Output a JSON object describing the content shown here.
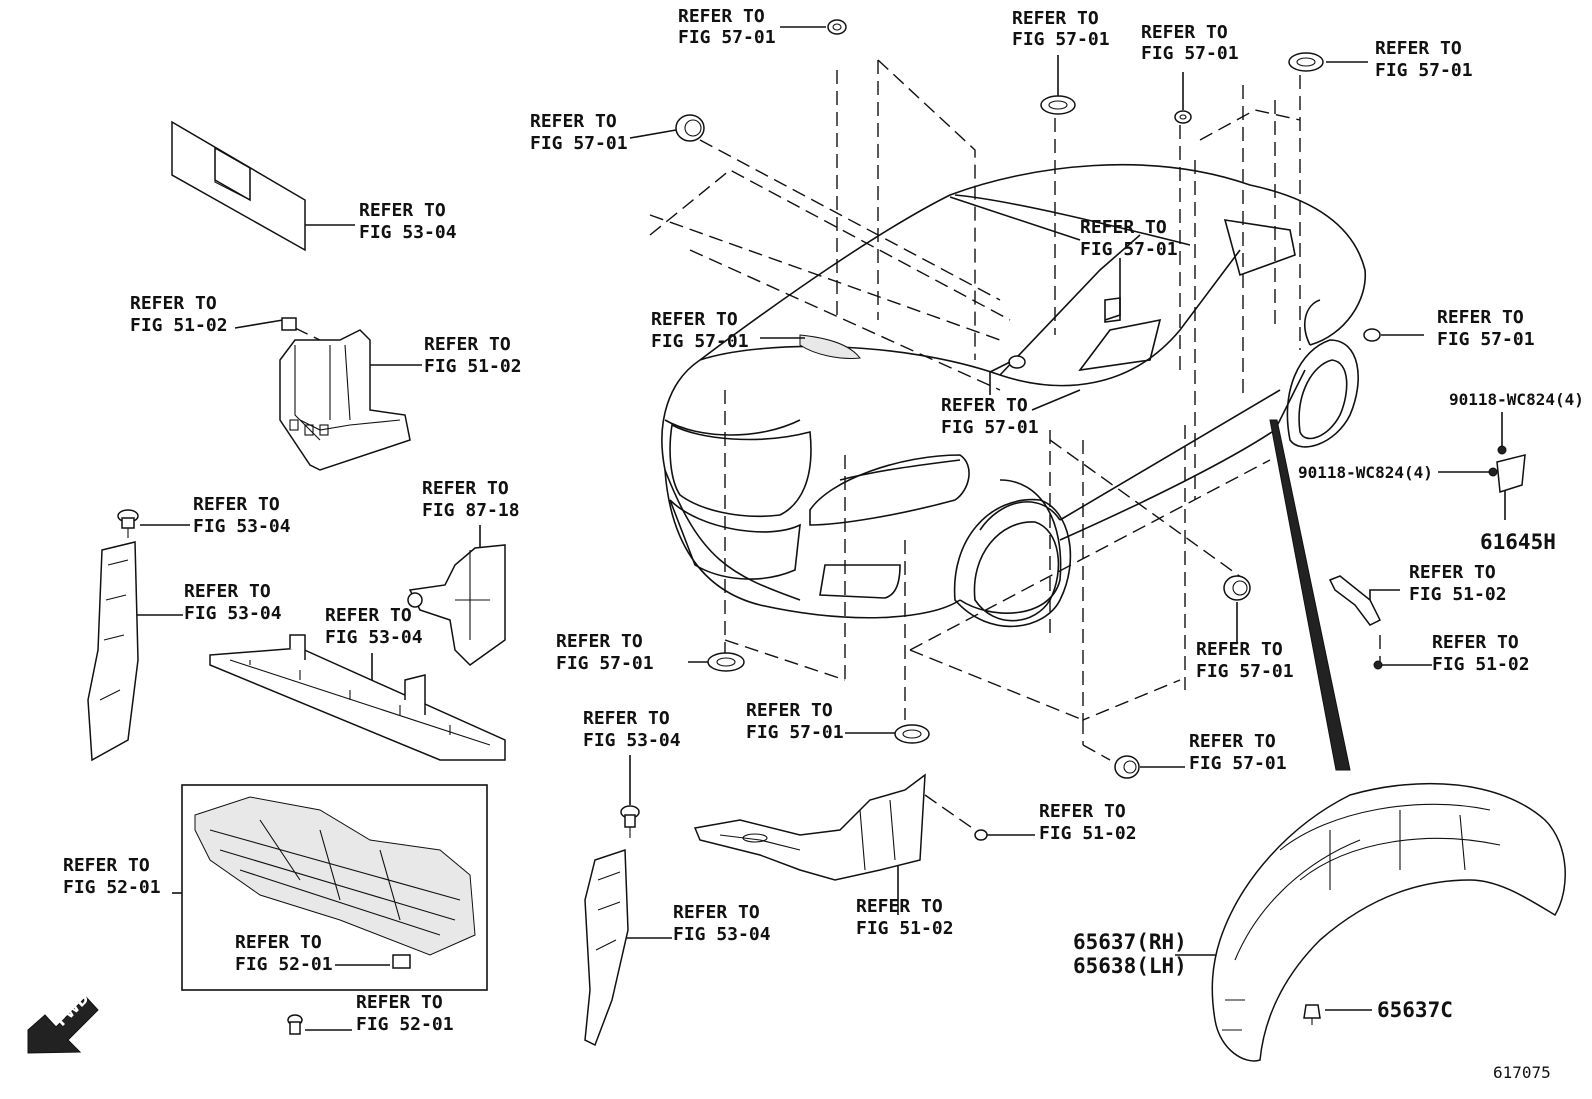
{
  "callouts": {
    "c1": [
      "REFER TO",
      "FIG 57-01"
    ],
    "c2": [
      "REFER TO",
      "FIG 57-01"
    ],
    "c3": [
      "REFER TO",
      "FIG 57-01"
    ],
    "c4": [
      "REFER TO",
      "FIG 57-01"
    ],
    "c5": [
      "REFER TO",
      "FIG 57-01"
    ],
    "c6": [
      "REFER TO",
      "FIG 53-04"
    ],
    "c7": [
      "REFER TO",
      "FIG 57-01"
    ],
    "c8": [
      "REFER TO",
      "FIG 51-02"
    ],
    "c9": [
      "REFER TO",
      "FIG 51-02"
    ],
    "c10": [
      "REFER TO",
      "FIG 57-01"
    ],
    "c11": [
      "REFER TO",
      "FIG 57-01"
    ],
    "c12": [
      "REFER TO",
      "FIG 57-01"
    ],
    "c13": [
      "REFER TO",
      "FIG 53-04"
    ],
    "c14": [
      "REFER TO",
      "FIG 87-18"
    ],
    "c15": [
      "REFER TO",
      "FIG 53-04"
    ],
    "c16": [
      "REFER TO",
      "FIG 53-04"
    ],
    "c17": [
      "REFER TO",
      "FIG 51-02"
    ],
    "c18": [
      "REFER TO",
      "FIG 51-02"
    ],
    "c19": [
      "REFER TO",
      "FIG 57-01"
    ],
    "c20": [
      "REFER TO",
      "FIG 57-01"
    ],
    "c21": [
      "REFER TO",
      "FIG 57-01"
    ],
    "c22": [
      "REFER TO",
      "FIG 53-04"
    ],
    "c23": [
      "REFER TO",
      "FIG 57-01"
    ],
    "c24": [
      "REFER TO",
      "FIG 51-02"
    ],
    "c25": [
      "REFER TO",
      "FIG 52-01"
    ],
    "c26": [
      "REFER TO",
      "FIG 53-04"
    ],
    "c27": [
      "REFER TO",
      "FIG 51-02"
    ],
    "c28": [
      "REFER TO",
      "FIG 52-01"
    ],
    "c29": [
      "REFER TO",
      "FIG 52-01"
    ]
  },
  "part_numbers": {
    "bolt_a": "90118-WC824(4)",
    "bolt_b": "90118-WC824(4)",
    "bracket": "61645H",
    "liner_rh": "65637(RH)",
    "liner_lh": "65638(LH)",
    "clip": "65637C"
  },
  "fwd_arrow_label": "FWD",
  "diagram_ref": "617075"
}
